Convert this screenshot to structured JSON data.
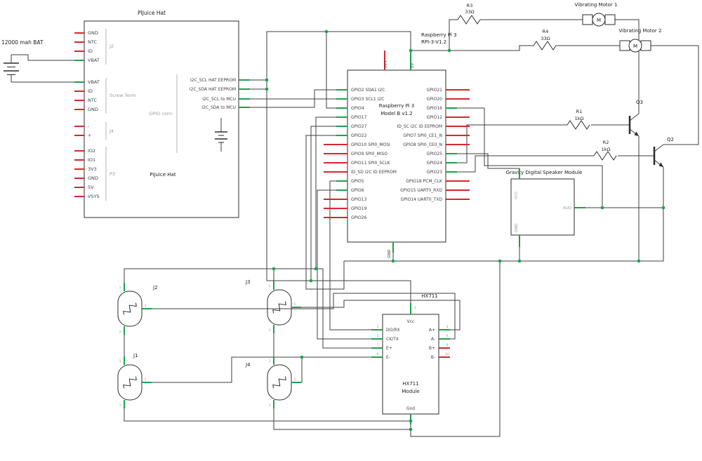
{
  "battery": {
    "label": "12000 mah BAT"
  },
  "pijuice": {
    "title": "PIJuice Hat",
    "name": "PiJuice Hat",
    "gpio_conn_label": "GPIO conn",
    "groups": [
      {
        "label": "J2",
        "pins": [
          "GND",
          "NTC",
          "ID",
          "VBAT"
        ]
      },
      {
        "label": "Screw Term",
        "pins": [
          "VBAT",
          "ID",
          "NTC",
          "GND"
        ]
      },
      {
        "label": "J4",
        "pins": [
          "-",
          "+"
        ]
      },
      {
        "label": "P3",
        "pins": [
          "IO2",
          "IO1",
          "3V3",
          "GND",
          "5V",
          "VSYS"
        ]
      }
    ],
    "right_pins": [
      "I2C_SCL HAT EEPROM",
      "I2C_SDA HAT EEPROM",
      "I2C_SCL to MCU",
      "I2C_SDA to MCU"
    ]
  },
  "rpi": {
    "ref_line1": "Raspberry Pi 3",
    "ref_line2": "RPI-3-V1.2",
    "title_line1": "Raspberry Pi 3",
    "title_line2": "Model B v1.2",
    "top_pins": [
      "3V3",
      "5V"
    ],
    "bottom_pin": "GND",
    "left_pins": [
      "GPIO2 SDA1 I2C",
      "GPIO3 SCL1 I2C",
      "GPIO4",
      "GPIO17",
      "GPIO27",
      "GPIO22",
      "GPIO10 SPI0_MOSI",
      "GPIO9 SPI0_MISO",
      "GPIO11 SPI0_SCLK",
      "ID_SD I2C ID EEPROM",
      "GPIO5",
      "GPIO6",
      "GPIO13",
      "GPIO19",
      "GPIO26"
    ],
    "right_pins": [
      "GPIO21",
      "GPIO20",
      "GPIO16",
      "GPIO12",
      "ID_SC I2C ID EEPROM",
      "GPIO7 SPI0_CE1_N",
      "GPIO8 SPI0_CE0_N",
      "GPIO25",
      "GPIO24",
      "GPIO23",
      "GPIO18 PCM_CLK",
      "GPIO15 UART0_RXD",
      "GPIO14 UART0_TXD"
    ]
  },
  "resistors": [
    {
      "ref": "R3",
      "value": "33Ω"
    },
    {
      "ref": "R4",
      "value": "33Ω"
    },
    {
      "ref": "R1",
      "value": "1kΩ"
    },
    {
      "ref": "R2",
      "value": "1kΩ"
    }
  ],
  "motors": [
    {
      "label": "Vibrating Motor 1",
      "symbol": "M"
    },
    {
      "label": "Vibrating Motor 2",
      "symbol": "M"
    }
  ],
  "transistors": [
    {
      "ref": "Q3"
    },
    {
      "ref": "Q2"
    }
  ],
  "speaker": {
    "title": "Gravity Digital Speaker Module",
    "pin_vcc": "VCC",
    "pin_aud": "AUD",
    "pin_gnd": "GND"
  },
  "hx711": {
    "ref": "HX711",
    "title_line1": "HX711",
    "title_line2": "Module",
    "pin_vcc": "Vcc",
    "pin_gnd": "Gnd",
    "vcc_number": "2",
    "left_pins": [
      "DO/RX",
      "CK/TX",
      "E+",
      "E-"
    ],
    "left_pin_numbers": [
      "3",
      "5",
      "7",
      "9"
    ],
    "right_pins": [
      "A+",
      "A-",
      "B+",
      "B-"
    ],
    "right_pin_numbers": [
      "4",
      "6",
      "8",
      "10"
    ]
  },
  "load_cells": [
    {
      "ref": "J2"
    },
    {
      "ref": "J3"
    },
    {
      "ref": "J1"
    },
    {
      "ref": "J4"
    }
  ],
  "load_cell_pin_numbers": [
    "1",
    "2",
    "3"
  ],
  "colors": {
    "wire": "#3d3d3d",
    "pin_connected": "#1aa24b",
    "pin_unconnected": "#d8262c",
    "outline": "#2b2b2b",
    "junction": "#1aa24b"
  }
}
